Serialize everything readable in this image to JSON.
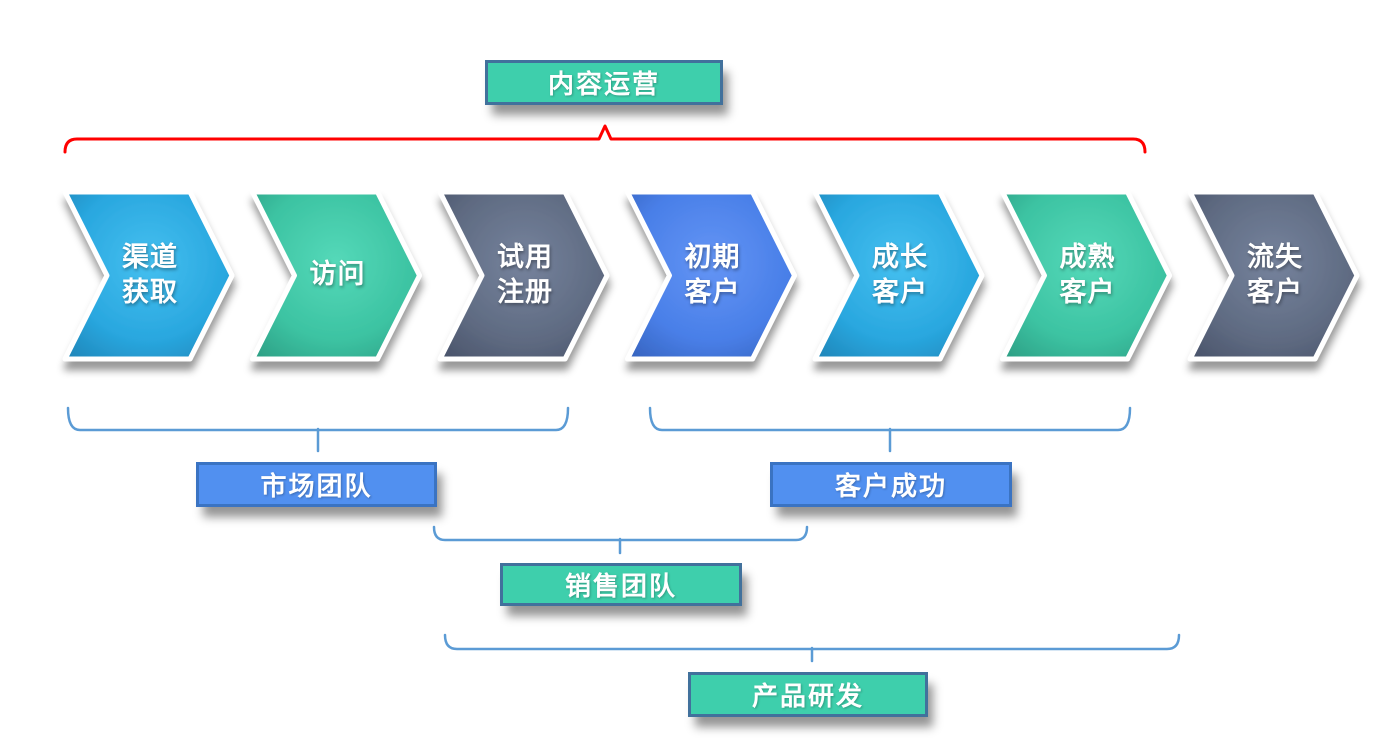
{
  "diagram": {
    "type": "funnel-process",
    "steps": [
      {
        "id": "channel-acquisition",
        "label": "渠道\n获取",
        "fill": "#29A7DF",
        "fill_light": "#45C0F0",
        "fill_dark": "#1F85B8"
      },
      {
        "id": "visit",
        "label": "访问",
        "fill": "#3CC3A2",
        "fill_light": "#55D9B9",
        "fill_dark": "#2D9E84"
      },
      {
        "id": "trial-signup",
        "label": "试用\n注册",
        "fill": "#5F6B82",
        "fill_light": "#76839D",
        "fill_dark": "#49536A"
      },
      {
        "id": "early-customer",
        "label": "初期\n客户",
        "fill": "#497FE8",
        "fill_light": "#6495F5",
        "fill_dark": "#3663BE"
      },
      {
        "id": "growing-customer",
        "label": "成长\n客户",
        "fill": "#29A7DF",
        "fill_light": "#45C0F0",
        "fill_dark": "#1F85B8"
      },
      {
        "id": "mature-customer",
        "label": "成熟\n客户",
        "fill": "#3CC3A2",
        "fill_light": "#55D9B9",
        "fill_dark": "#2D9E84"
      },
      {
        "id": "churned-customer",
        "label": "流失\n客户",
        "fill": "#5F6B82",
        "fill_light": "#76839D",
        "fill_dark": "#49536A"
      }
    ],
    "teams": {
      "content_ops": {
        "label": "内容运营",
        "fill": "#3ECFAC",
        "border": "#41719C",
        "bracket_color": "#FF0000"
      },
      "marketing": {
        "label": "市场团队",
        "fill": "#5190F0",
        "border": "#3A73C2",
        "bracket_color": "#5B9BD5"
      },
      "customer_success": {
        "label": "客户成功",
        "fill": "#5190F0",
        "border": "#3A73C2",
        "bracket_color": "#5B9BD5"
      },
      "sales": {
        "label": "销售团队",
        "fill": "#3ECFAC",
        "border": "#41719C",
        "bracket_color": "#5B9BD5"
      },
      "product_rnd": {
        "label": "产品研发",
        "fill": "#3ECFAC",
        "border": "#41719C",
        "bracket_color": "#5B9BD5"
      }
    },
    "colors": {
      "chevron_outline": "#FFFFFF",
      "text": "#FFFFFF",
      "brace_blue": "#5B9BD5",
      "brace_red": "#FF0000"
    }
  }
}
